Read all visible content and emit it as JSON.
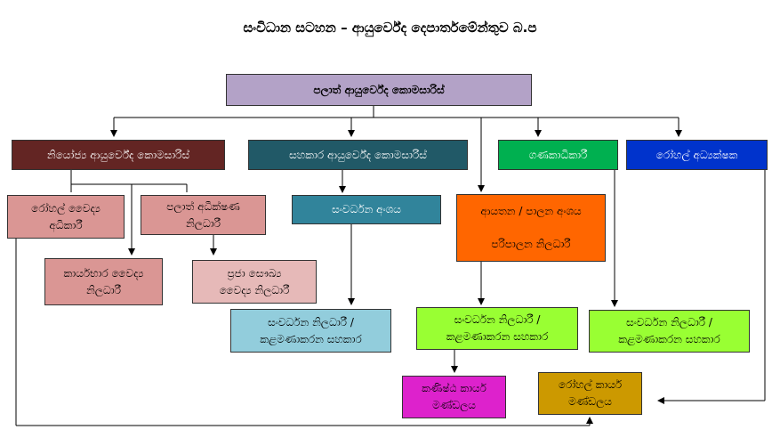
{
  "title": "සංවිධාන සටහන  – ආයුර්වේද දෙපාර්තමේන්තුව බ.ප",
  "colors": {
    "head": "#b3a2c7",
    "deputy": "#632523",
    "assistant": "#215967",
    "accountant": "#00b050",
    "hospital_director": "#0033cc",
    "pink": "#da9694",
    "light_pink": "#e6b9b8",
    "teal": "#31849b",
    "light_blue": "#92cddc",
    "orange": "#ff6600",
    "lime": "#99ff33",
    "magenta": "#dd22cc",
    "gold": "#cc9900"
  },
  "nodes": {
    "head": "පලාත් ආයුර්වේද කොමසාරිස්",
    "deputy": "නියෝජ්‍ය ආයුර්වේද කොමසාරිස්",
    "assistant": "සහකාර ආයුර්වේද කොමසාරිස්",
    "accountant": "ගණකාධිකාරී",
    "hospital_director": "රෝහල් අධ්‍යක්ෂක",
    "hospital_medical_officer": "රෝහල් වෛද්‍ය\nඅධිකාරී",
    "provincial_supervising_officer": "පලාත් අධීක්ෂණ\nනිලධාරී",
    "development_unit": "සංවර්ධන අංශය",
    "establishment_admin": "ආයතන / පාලන අංශය\n\nපරිපාලන නිලධාරී",
    "operational_medical_officer": "කාර්යභාර වෛද්‍ය\nනිලධාරී",
    "community_health_officer": "ප්‍රජා සෞඛ්‍ය\nවෛද්‍ය නිලධාරී",
    "dev_officer_1": "සංවර්ධන නිලධාරී /\nකළමණාකරන සහකාර",
    "dev_officer_2": "සංවර්ධන නිලධාරී /\nකළමණාකරන සහකාර",
    "dev_officer_3": "සංවර්ධන නිලධාරී /\nකළමණාකරන සහකාර",
    "junior_staff": "කණිෂ්ඨ කාර්ය\nමණ්ඩලය",
    "hospital_staff": "රෝහල් කාර්ය\nමණ්ඩලය"
  }
}
